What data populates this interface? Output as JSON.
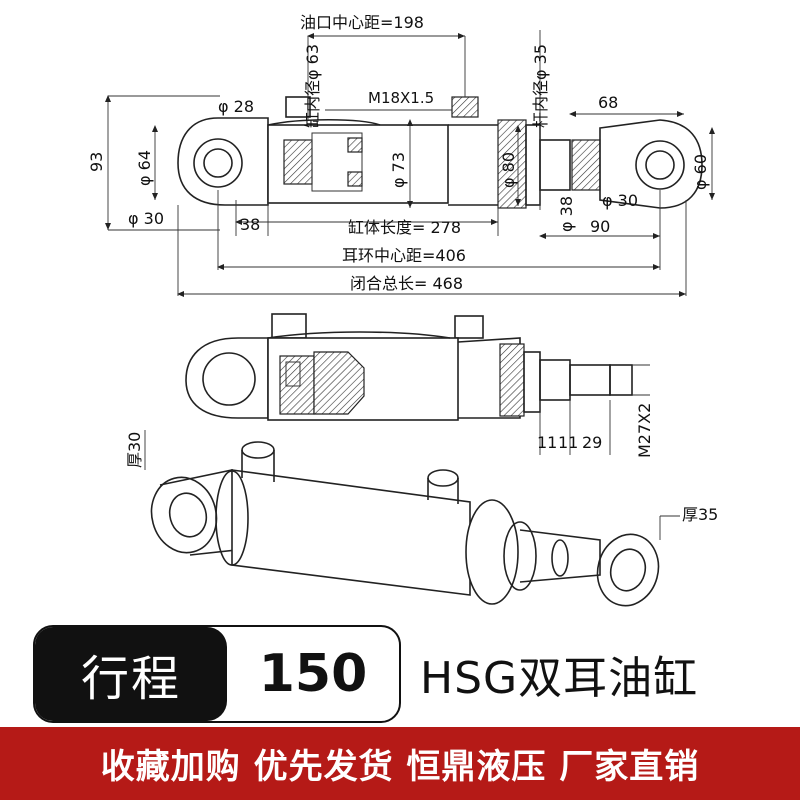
{
  "top_view": {
    "port_center_distance": "油口中心距=198",
    "bore_diameter": "缸内径φ 63",
    "rod_diameter": "杆内径φ 35",
    "thread_spec": "M18X1.5",
    "dia_28": "φ 28",
    "dim_93": "93",
    "dia_64": "φ 64",
    "dia_73": "φ 73",
    "dia_80": "φ 80",
    "dim_68": "68",
    "dia_60": "φ 60",
    "dia_30_left": "φ 30",
    "dim_38": "38",
    "dia_38": "φ 38",
    "dia_30_right": "φ 30",
    "dim_90": "90",
    "cylinder_length": "缸体长度= 278",
    "eye_center_distance": "耳环中心距=406",
    "closed_total_length": "闭合总长= 468"
  },
  "middle_view": {
    "dim_11a": "11",
    "dim_11b": "11",
    "dim_29": "29",
    "thread_m27": "M27X2"
  },
  "iso_view": {
    "thickness_30": "厚30",
    "thickness_35": "厚35"
  },
  "spec": {
    "stroke_label": "行程",
    "stroke_value": "150",
    "product_name": "HSG双耳油缸"
  },
  "banner": {
    "text": "收藏加购  优先发货  恒鼎液压  厂家直销"
  },
  "colors": {
    "banner_bg": "#b51a17",
    "label_bg": "#111111"
  }
}
